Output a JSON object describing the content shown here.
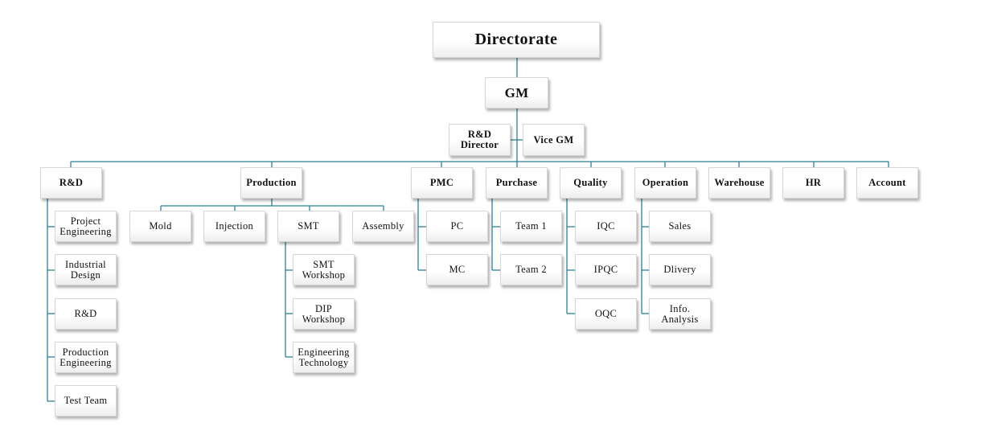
{
  "colors": {
    "connector": "#2e7f96",
    "box_border": "#d6d6d6"
  },
  "org": {
    "top": "Directorate",
    "gm": "GM",
    "rd_director": "R&D\nDirector",
    "vice_gm": "Vice GM",
    "departments": {
      "rd": "R&D",
      "production": "Production",
      "pmc": "PMC",
      "purchase": "Purchase",
      "quality": "Quality",
      "operation": "Operation",
      "warehouse": "Warehouse",
      "hr": "HR",
      "account": "Account"
    },
    "rd_children": [
      "Project\nEngineering",
      "Industrial\nDesign",
      "R&D",
      "Production\nEngineering",
      "Test Team"
    ],
    "production_children": [
      "Mold",
      "Injection",
      "SMT",
      "Assembly"
    ],
    "smt_children": [
      "SMT\nWorkshop",
      "DIP Workshop",
      "Engineering\nTechnology"
    ],
    "pmc_children": [
      "PC",
      "MC"
    ],
    "purchase_children": [
      "Team  1",
      "Team  2"
    ],
    "quality_children": [
      "IQC",
      "IPQC",
      "OQC"
    ],
    "operation_children": [
      "Sales",
      "Dlivery",
      "Info.\nAnalysis"
    ]
  }
}
